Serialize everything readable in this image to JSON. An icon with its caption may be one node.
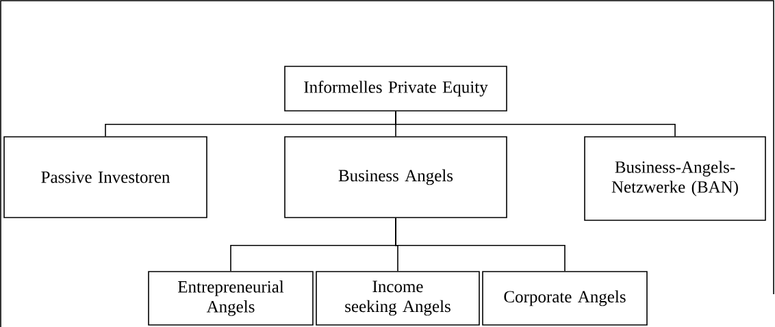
{
  "diagram": {
    "nodes": [
      {
        "text": [
          "Informelles Private Equity"
        ]
      },
      {
        "text": [
          "Passive Investoren"
        ]
      },
      {
        "text": [
          "Business Angels"
        ]
      },
      {
        "text": [
          "Business-Angels-Netzwerke (BAN)"
        ]
      },
      {
        "text": [
          "Entrepreneurial Angels"
        ]
      },
      {
        "text": [
          "Income seeking Angels"
        ]
      },
      {
        "text": [
          "Corporate Angels"
        ]
      }
    ],
    "edges": [
      {
        "from": 0,
        "to": 1,
        "arrow": "none"
      },
      {
        "from": 0,
        "to": 2,
        "arrow": "none"
      },
      {
        "from": 0,
        "to": 3,
        "arrow": "none"
      },
      {
        "from": 2,
        "to": 4,
        "arrow": "none"
      },
      {
        "from": 2,
        "to": 5,
        "arrow": "none"
      },
      {
        "from": 2,
        "to": 6,
        "arrow": "none"
      }
    ]
  }
}
